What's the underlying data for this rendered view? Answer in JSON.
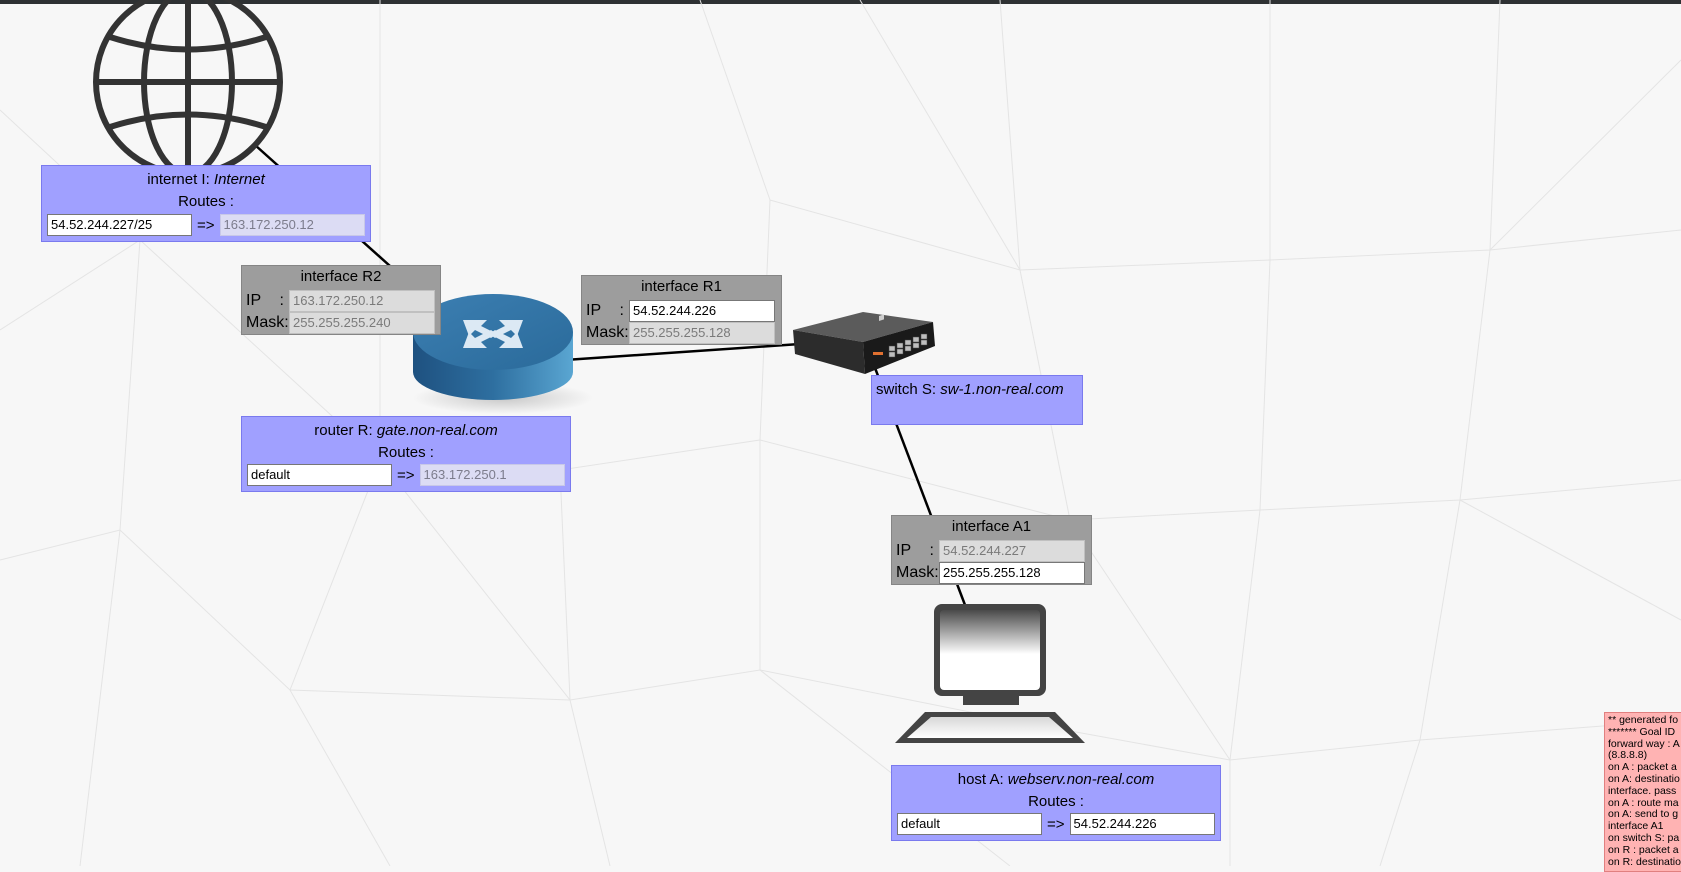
{
  "internet": {
    "title_prefix": "internet I: ",
    "title_name": "Internet",
    "routes_label": "Routes :",
    "route_dest": "54.52.244.227/25",
    "route_arrow": "=>",
    "route_gw": "163.172.250.12"
  },
  "interface_r2": {
    "title": "interface R2",
    "ip_label": "IP",
    "mask_label": "Mask",
    "sep": ":",
    "ip": "163.172.250.12",
    "mask": "255.255.255.240"
  },
  "interface_r1": {
    "title": "interface R1",
    "ip_label": "IP",
    "mask_label": "Mask",
    "sep": ":",
    "ip": "54.52.244.226",
    "mask": "255.255.255.128"
  },
  "router": {
    "title_prefix": "router R: ",
    "title_name": "gate.non-real.com",
    "routes_label": "Routes :",
    "route_dest": "default",
    "route_arrow": "=>",
    "route_gw": "163.172.250.1"
  },
  "switch": {
    "title_prefix": "switch S: ",
    "title_name": "sw-1.non-real.com"
  },
  "interface_a1": {
    "title": "interface A1",
    "ip_label": "IP",
    "mask_label": "Mask",
    "sep": ":",
    "ip": "54.52.244.227",
    "mask": "255.255.255.128"
  },
  "host": {
    "title_prefix": "host A: ",
    "title_name": "webserv.non-real.com",
    "routes_label": "Routes :",
    "route_dest": "default",
    "route_arrow": "=>",
    "route_gw": "54.52.244.226"
  },
  "log": {
    "lines": [
      "** generated fo",
      "******* Goal ID",
      "forward way : A",
      "(8.8.8.8)",
      "on A : packet a",
      "on A: destinatio",
      "interface. pass",
      "on A : route ma",
      "on A: send to g",
      "interface A1",
      "on switch S: pa",
      "on R : packet a",
      "on R: destinatio"
    ]
  },
  "colors": {
    "label_box": "#a0a0ff",
    "interface_box": "#9d9d9d",
    "log_box": "#ffb3b3",
    "router_blue": "#3a7fb0"
  },
  "icons": [
    "globe-icon",
    "router-icon",
    "switch-icon",
    "computer-icon"
  ]
}
